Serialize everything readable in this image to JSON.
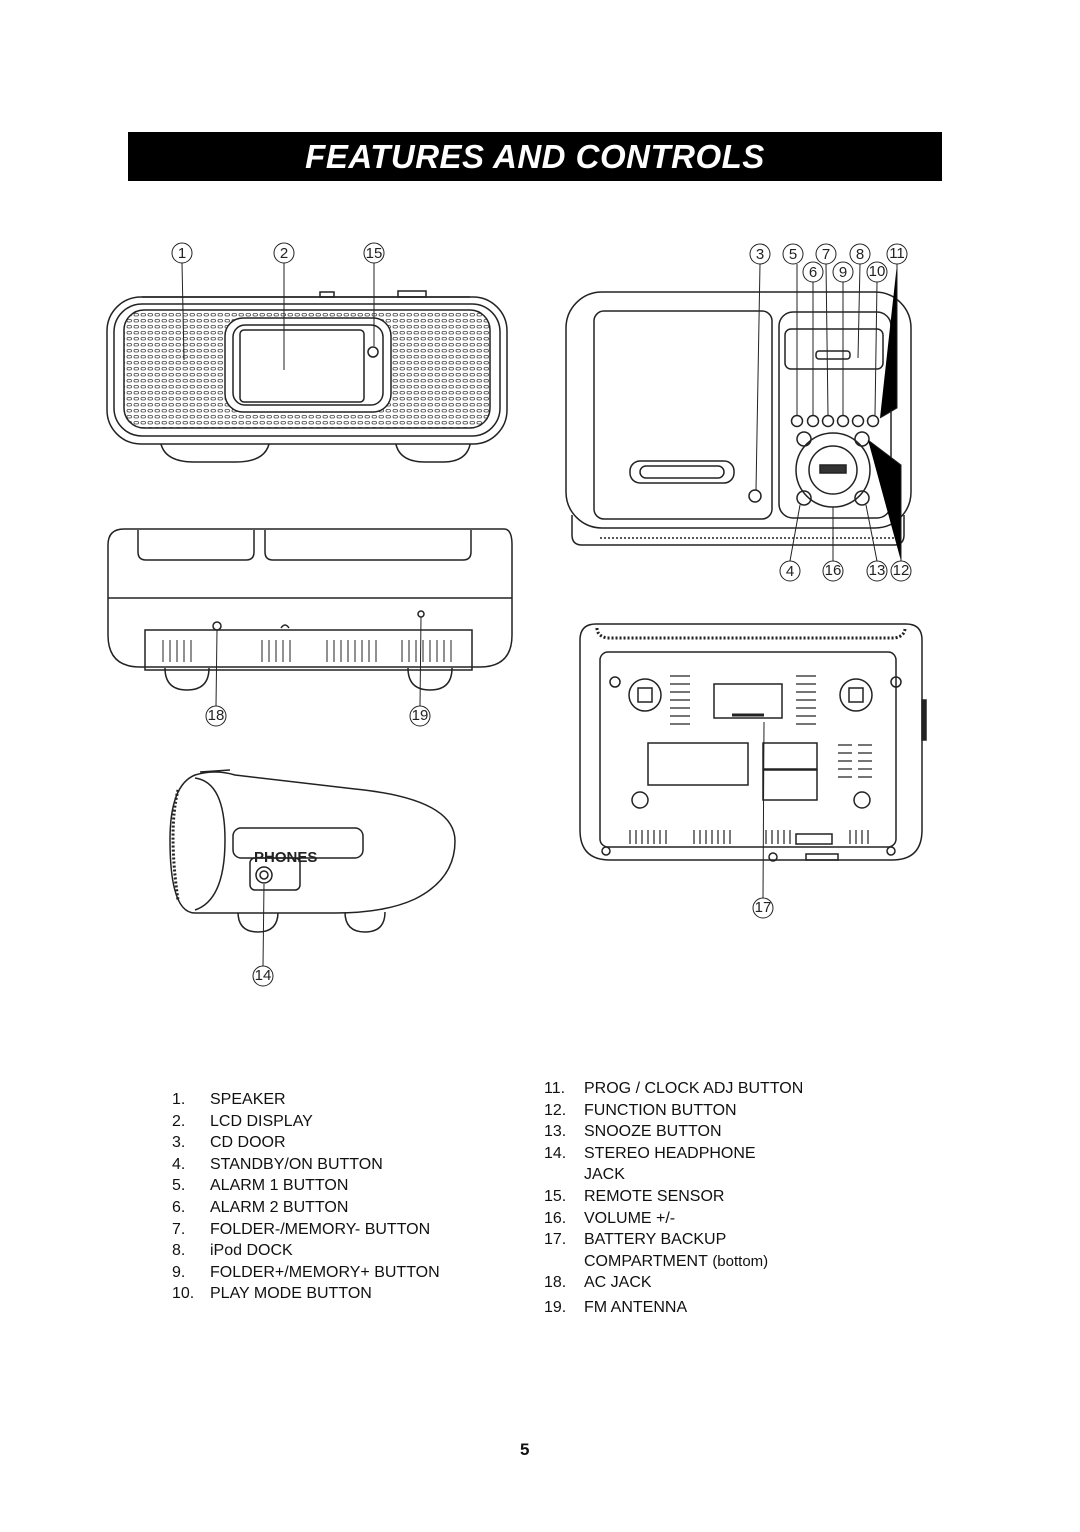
{
  "page": {
    "title": "FEATURES AND CONTROLS",
    "page_number": "5"
  },
  "callouts": {
    "front": [
      "1",
      "2",
      "15"
    ],
    "top_right": [
      "3",
      "5",
      "7",
      "8",
      "11",
      "6",
      "9",
      "10"
    ],
    "bottom_right": [
      "4",
      "16",
      "13",
      "12"
    ],
    "back": [
      "18",
      "19"
    ],
    "side": [
      "14"
    ],
    "bottom": [
      "17"
    ],
    "brand_label": "PHONES"
  },
  "features_left": [
    {
      "num": "1.",
      "label": "SPEAKER"
    },
    {
      "num": "2.",
      "label": "LCD DISPLAY"
    },
    {
      "num": "3.",
      "label": "CD DOOR"
    },
    {
      "num": "4.",
      "label": "STANDBY/ON BUTTON"
    },
    {
      "num": "5.",
      "label": "ALARM 1 BUTTON"
    },
    {
      "num": "6.",
      "label": "ALARM 2 BUTTON"
    },
    {
      "num": "7.",
      "label": "FOLDER-/MEMORY- BUTTON"
    },
    {
      "num": "8.",
      "label": "iPod DOCK"
    },
    {
      "num": "9.",
      "label": "FOLDER+/MEMORY+ BUTTON"
    },
    {
      "num": "10.",
      "label": "PLAY MODE  BUTTON"
    }
  ],
  "features_right": [
    {
      "num": "11.",
      "label": "PROG / CLOCK ADJ BUTTON"
    },
    {
      "num": "12.",
      "label": "FUNCTION BUTTON"
    },
    {
      "num": "13.",
      "label": "SNOOZE BUTTON"
    },
    {
      "num": "14.",
      "label": "STEREO HEADPHONE",
      "cont": "JACK"
    },
    {
      "num": "15.",
      "label": "REMOTE SENSOR"
    },
    {
      "num": "16.",
      "label": "VOLUME +/-"
    },
    {
      "num": "17.",
      "label": "BATTERY BACKUP",
      "cont": "COMPARTMENT",
      "cont_small": "(bottom)"
    },
    {
      "num": "18.",
      "label": "AC JACK"
    },
    {
      "num": "19.",
      "label": "FM ANTENNA"
    }
  ]
}
